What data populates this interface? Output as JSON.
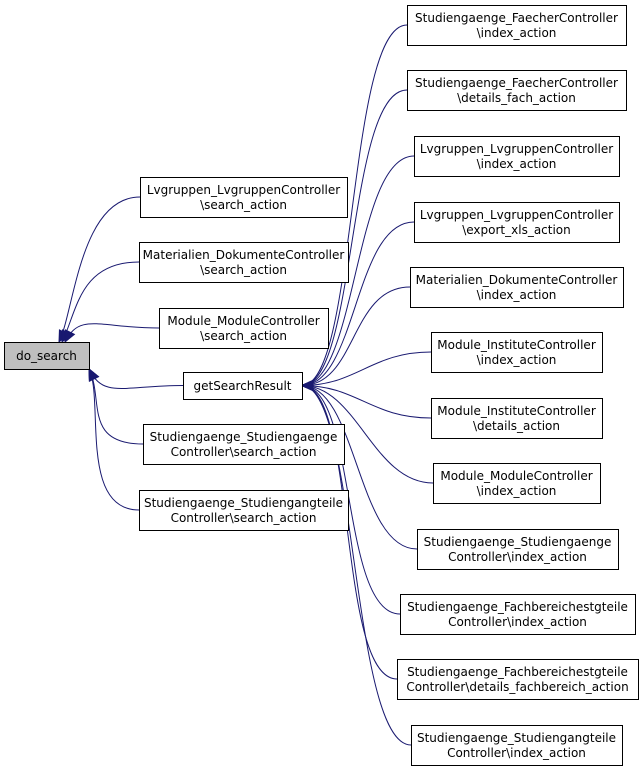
{
  "colors": {
    "edge": "#191970",
    "root_fill": "#bfbfbf",
    "node_fill": "#ffffff",
    "border": "#000000"
  },
  "nodes": [
    {
      "id": "do_search",
      "lines": [
        "do_search"
      ],
      "root": true
    },
    {
      "id": "getSearchResult",
      "lines": [
        "getSearchResult"
      ]
    },
    {
      "id": "lv_search",
      "lines": [
        "Lvgruppen_LvgruppenController",
        "\\search_action"
      ]
    },
    {
      "id": "mat_search",
      "lines": [
        "Materialien_DokumenteController",
        "\\search_action"
      ]
    },
    {
      "id": "mod_search",
      "lines": [
        "Module_ModuleController",
        "\\search_action"
      ]
    },
    {
      "id": "stud_search",
      "lines": [
        "Studiengaenge_Studiengaenge",
        "Controller\\search_action"
      ]
    },
    {
      "id": "studteile_search",
      "lines": [
        "Studiengaenge_Studiengangteile",
        "Controller\\search_action"
      ]
    },
    {
      "id": "fach_index",
      "lines": [
        "Studiengaenge_FaecherController",
        "\\index_action"
      ]
    },
    {
      "id": "fach_details",
      "lines": [
        "Studiengaenge_FaecherController",
        "\\details_fach_action"
      ]
    },
    {
      "id": "lv_index",
      "lines": [
        "Lvgruppen_LvgruppenController",
        "\\index_action"
      ]
    },
    {
      "id": "lv_export",
      "lines": [
        "Lvgruppen_LvgruppenController",
        "\\export_xls_action"
      ]
    },
    {
      "id": "mat_index",
      "lines": [
        "Materialien_DokumenteController",
        "\\index_action"
      ]
    },
    {
      "id": "inst_index",
      "lines": [
        "Module_InstituteController",
        "\\index_action"
      ]
    },
    {
      "id": "inst_details",
      "lines": [
        "Module_InstituteController",
        "\\details_action"
      ]
    },
    {
      "id": "mod_index",
      "lines": [
        "Module_ModuleController",
        "\\index_action"
      ]
    },
    {
      "id": "stud_index",
      "lines": [
        "Studiengaenge_Studiengaenge",
        "Controller\\index_action"
      ]
    },
    {
      "id": "fb_index",
      "lines": [
        "Studiengaenge_Fachbereichestgteile",
        "Controller\\index_action"
      ]
    },
    {
      "id": "fb_details",
      "lines": [
        "Studiengaenge_Fachbereichestgteile",
        "Controller\\details_fachbereich_action"
      ]
    },
    {
      "id": "studteile_index",
      "lines": [
        "Studiengaenge_Studiengangteile",
        "Controller\\index_action"
      ]
    }
  ],
  "edges": [
    {
      "from": "lv_search",
      "to": "do_search"
    },
    {
      "from": "mat_search",
      "to": "do_search"
    },
    {
      "from": "mod_search",
      "to": "do_search"
    },
    {
      "from": "getSearchResult",
      "to": "do_search"
    },
    {
      "from": "stud_search",
      "to": "do_search"
    },
    {
      "from": "studteile_search",
      "to": "do_search"
    },
    {
      "from": "fach_index",
      "to": "getSearchResult"
    },
    {
      "from": "fach_details",
      "to": "getSearchResult"
    },
    {
      "from": "lv_index",
      "to": "getSearchResult"
    },
    {
      "from": "lv_export",
      "to": "getSearchResult"
    },
    {
      "from": "mat_index",
      "to": "getSearchResult"
    },
    {
      "from": "inst_index",
      "to": "getSearchResult"
    },
    {
      "from": "inst_details",
      "to": "getSearchResult"
    },
    {
      "from": "mod_index",
      "to": "getSearchResult"
    },
    {
      "from": "stud_index",
      "to": "getSearchResult"
    },
    {
      "from": "fb_index",
      "to": "getSearchResult"
    },
    {
      "from": "fb_details",
      "to": "getSearchResult"
    },
    {
      "from": "studteile_index",
      "to": "getSearchResult"
    }
  ]
}
